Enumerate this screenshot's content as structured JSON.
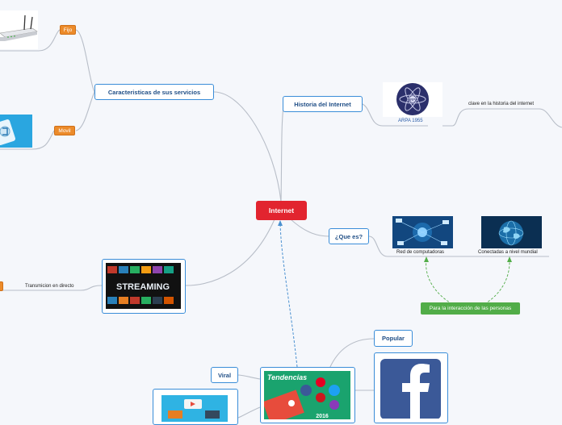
{
  "central": {
    "label": "Internet"
  },
  "nodes": {
    "caracteristicas": "Caracteristicas de sus servicios",
    "historia": "Historia del Internet",
    "que_es": "¿Que es?",
    "popular": "Popular",
    "viral": "Viral"
  },
  "tags": {
    "fijo": "Fijo",
    "movil": "Movil"
  },
  "captions": {
    "arpa": "ARPA 1955",
    "clave": "clave en la historia del internet",
    "red": "Red de computadoras",
    "conectadas": "Conectadas a nivel mundial",
    "transmicion": "Transmicion en directo"
  },
  "relationship": {
    "label": "Para la interacción de las personas"
  },
  "image_text": {
    "streaming": "STREAMING",
    "tendencias": "Tendencias",
    "tendencias_year": "2016",
    "arpa_logo": "ARPA"
  },
  "colors": {
    "central": "#e2242f",
    "node_border": "#3a8dd8",
    "node_text": "#1f4e86",
    "tag": "#ec8b2a",
    "relationship": "#52ad48",
    "facebook": "#3b5998"
  }
}
